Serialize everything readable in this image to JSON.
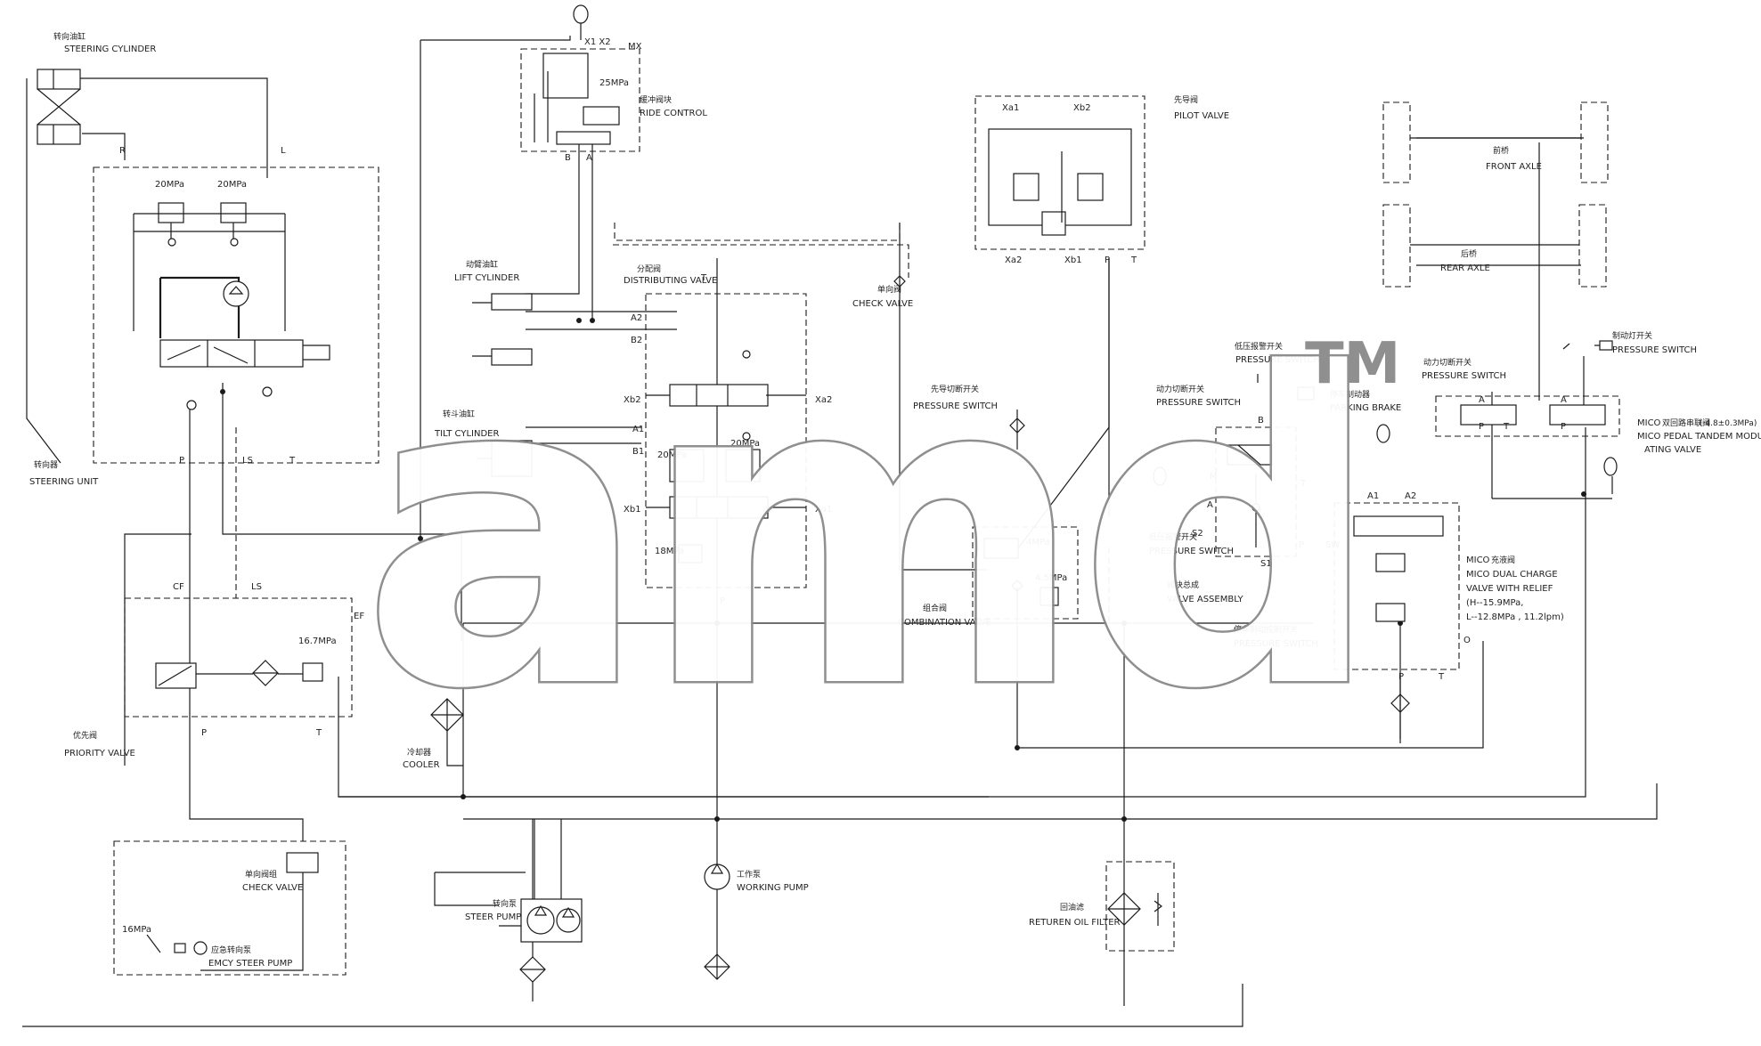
{
  "diagram": {
    "components": {
      "steering_cylinder": "STEERING CYLINDER",
      "steering_unit": "STEERING UNIT",
      "ride_control": "RIDE CONTROL",
      "lift_cylinder": "LIFT CYLINDER",
      "distributing_valve": "DISTRIBUTING VALVE",
      "tilt_cylinder": "TILT CYLINDER",
      "check_valve_top": "CHECK VALVE",
      "pilot_valve": "PILOT VALVE",
      "front_axle": "FRONT AXLE",
      "rear_axle": "REAR AXLE",
      "pressure_switch_parking": "PRESSURE SWITCH",
      "parking_brake": "PARKING BRAKE",
      "pressure_switch_pilot": "PRESSURE SWITCH",
      "pressure_switch_combination": "PRESSURE SWITCH",
      "combination_valve": "COMBINATION VALVE",
      "pressure_switch_alarm": "PRESSURE SWITCH",
      "valve_assembly": "VALVE ASSEMBLY",
      "pressure_switch_brake": "PRESSURE SWITCH",
      "pressure_switch_right": "PRESSURE SWITCH",
      "pressure_switch_brakelight": "PRESSURE SWITCH",
      "mico_pedal_1": "MICO PEDAL TANDEM MODUL",
      "mico_pedal_2": "ATING VALVE",
      "mico_dual_1": "MICO DUAL CHARGE",
      "mico_dual_2": "VALVE WITH RELIEF",
      "mico_dual_3": "(H--15.9MPa,",
      "mico_dual_4": "L--12.8MPa , 11.2lpm)",
      "priority_valve": "PRIORITY VALVE",
      "cooler": "COOLER",
      "check_valve_bottom": "CHECK VALVE",
      "emcy_steer_pump": "EMCY STEER PUMP",
      "steer_pump": "STEER PUMP",
      "working_pump": "WORKING PUMP",
      "return_oil_filter": "RETUREN OIL FILTER",
      "mico_prefix": "MICO"
    },
    "chinese_labels": {
      "steering_cylinder": "转向油缸",
      "steering_unit": "转向器",
      "ride_control": "缓冲阀块",
      "lift_cylinder": "动臂油缸",
      "distributing_valve": "分配阀",
      "tilt_cylinder": "转斗油缸",
      "check_valve_top": "单向阀",
      "pilot_valve": "先导阀",
      "front_axle": "前桥",
      "rear_axle": "后桥",
      "pressure_switch_parking": "低压报警开关",
      "parking_brake": "停车制动器",
      "pressure_switch_pilot": "先导切断开关",
      "pressure_switch_combination": "动力切断开关",
      "combination_valve": "组合阀",
      "pressure_switch_alarm": "低压报警开关",
      "valve_assembly": "阀块总成",
      "pressure_switch_brake": "停车制动控制开关",
      "pressure_switch_right": "动力切断开关",
      "pressure_switch_brakelight": "制动灯开关",
      "mico_pedal": "双回路串联阀",
      "mico_dual": "充液阀",
      "priority_valve": "优先阀",
      "cooler": "冷却器",
      "check_valve_bottom": "单向阀组",
      "emcy_steer_pump": "应急转向泵",
      "steer_pump": "转向泵",
      "working_pump": "工作泵",
      "return_oil_filter": "回油滤"
    },
    "pressures": {
      "steer_relief_l": "20MPa",
      "steer_relief_r": "20MPa",
      "ride_control": "25MPa",
      "dist_a": "20MPa",
      "dist_b": "20MPa",
      "dist_main": "18MPa",
      "combination_1": "4MPa",
      "combination_2": "4.5MPa",
      "priority": "16.7MPa",
      "emcy": "16MPa",
      "mico_pedal": "( 4.8±0.3MPa)"
    },
    "ports": {
      "R": "R",
      "L": "L",
      "P": "P",
      "LS": "LS",
      "T": "T",
      "CF": "CF",
      "EF": "EF",
      "X1X2": "X1 X2",
      "MX": "MX",
      "B": "B",
      "A": "A",
      "A2": "A2",
      "B2": "B2",
      "Xb2": "Xb2",
      "Xa2": "Xa2",
      "A1": "A1",
      "B1": "B1",
      "Xb1": "Xb1",
      "Xa1": "Xa1",
      "M": "M",
      "S2": "S2",
      "S1": "S1",
      "SW": "SW",
      "O": "O"
    },
    "watermark": {
      "text": "amd",
      "tm": "TM"
    }
  }
}
